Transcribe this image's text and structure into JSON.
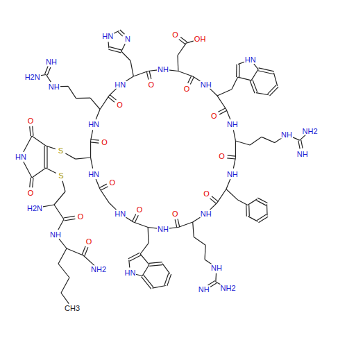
{
  "diagram": {
    "labels": [
      "NH",
      "O",
      "OH",
      "O",
      "NH",
      "HN",
      "O",
      "NH",
      "NH",
      "NH",
      "NH2",
      "O",
      "NH",
      "O",
      "NH",
      "NH",
      "NH",
      "NH2",
      "O",
      "NH",
      "HN",
      "O",
      "HN",
      "O",
      "HN",
      "S",
      "O",
      "HN",
      "NH",
      "NH",
      "H2N",
      "O",
      "HN",
      "HN",
      "N",
      "O",
      "O",
      "HN",
      "O",
      "S",
      "H2N",
      "O",
      "NH",
      "CH3",
      "O",
      "NH2"
    ]
  }
}
